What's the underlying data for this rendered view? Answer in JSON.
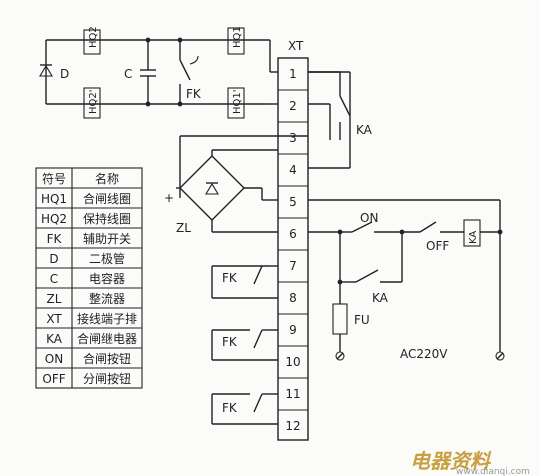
{
  "diagram": {
    "terminal_block_label": "XT",
    "terminal_numbers": [
      "1",
      "2",
      "3",
      "4",
      "5",
      "6",
      "7",
      "8",
      "9",
      "10",
      "11",
      "12"
    ],
    "component_labels": {
      "hq2_top": "HQ2",
      "hq2_bottom": "HQ2'",
      "hq1_top": "HQ1",
      "hq1_bottom": "HQ1'",
      "diode": "D",
      "capacitor": "C",
      "fk_top": "FK",
      "ka_contact": "KA",
      "rectifier": "ZL",
      "plus": "+",
      "on_button": "ON",
      "off_button": "OFF",
      "ka_coil": "KA",
      "ka_hold": "KA",
      "fuse": "FU",
      "fk_1": "FK",
      "fk_2": "FK",
      "fk_3": "FK",
      "supply": "AC220V"
    }
  },
  "legend": {
    "headers": [
      "符号",
      "名称"
    ],
    "rows": [
      [
        "HQ1",
        "合闸线圈"
      ],
      [
        "HQ2",
        "保持线圈"
      ],
      [
        "FK",
        "辅助开关"
      ],
      [
        "D",
        "二极管"
      ],
      [
        "C",
        "电容器"
      ],
      [
        "ZL",
        "整流器"
      ],
      [
        "XT",
        "接线端子排"
      ],
      [
        "KA",
        "合闸继电器"
      ],
      [
        "ON",
        "合闸按钮"
      ],
      [
        "OFF",
        "分闸按钮"
      ]
    ]
  },
  "watermark": {
    "main": "电器资料",
    "url": "www.dianqi.com"
  }
}
